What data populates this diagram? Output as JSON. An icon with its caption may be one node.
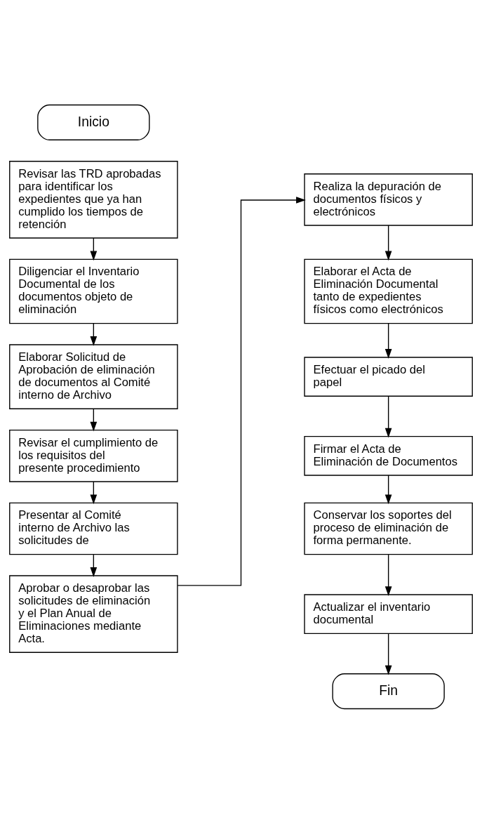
{
  "diagram": {
    "nodes": [
      {
        "text": [
          "Inicio"
        ]
      },
      {
        "text": [
          "Revisar las TRD aprobadas para identificar los expedientes que ya han cumplido los tiempos de retención"
        ]
      },
      {
        "text": [
          "Diligenciar el Inventario Documental de los documentos objeto de eliminación"
        ]
      },
      {
        "text": [
          "Elaborar Solicitud de Aprobación de eliminación de documentos al Comité interno de Archivo"
        ]
      },
      {
        "text": [
          "Revisar el cumplimiento de los requisitos del presente procedimiento"
        ]
      },
      {
        "text": [
          "Presentar al Comité interno de Archivo las solicitudes de"
        ]
      },
      {
        "text": [
          "Aprobar o desaprobar las solicitudes de eliminación y el Plan Anual de Eliminaciones mediante Acta."
        ]
      },
      {
        "text": [
          "Realiza la depuración de documentos físicos y electrónicos"
        ]
      },
      {
        "text": [
          "Elaborar el Acta de Eliminación Documental tanto de expedientes físicos como electrónicos"
        ]
      },
      {
        "text": [
          "Efectuar el picado del papel"
        ]
      },
      {
        "text": [
          "Firmar el Acta de Eliminación de Documentos"
        ]
      },
      {
        "text": [
          "Conservar los soportes del proceso de eliminación de forma permanente."
        ]
      },
      {
        "text": [
          "Actualizar el inventario documental"
        ]
      },
      {
        "text": [
          "Fin"
        ]
      }
    ],
    "edges": [
      {
        "from": 1,
        "to": 2,
        "arrow": "to"
      },
      {
        "from": 2,
        "to": 3,
        "arrow": "to"
      },
      {
        "from": 3,
        "to": 4,
        "arrow": "to"
      },
      {
        "from": 4,
        "to": 5,
        "arrow": "to"
      },
      {
        "from": 5,
        "to": 6,
        "arrow": "to"
      },
      {
        "from": 6,
        "to": 7,
        "arrow": "to"
      },
      {
        "from": 7,
        "to": 8,
        "arrow": "to"
      },
      {
        "from": 8,
        "to": 9,
        "arrow": "to"
      },
      {
        "from": 9,
        "to": 10,
        "arrow": "to"
      },
      {
        "from": 10,
        "to": 11,
        "arrow": "to"
      },
      {
        "from": 11,
        "to": 12,
        "arrow": "to"
      },
      {
        "from": 12,
        "to": 13,
        "arrow": "to"
      }
    ]
  }
}
